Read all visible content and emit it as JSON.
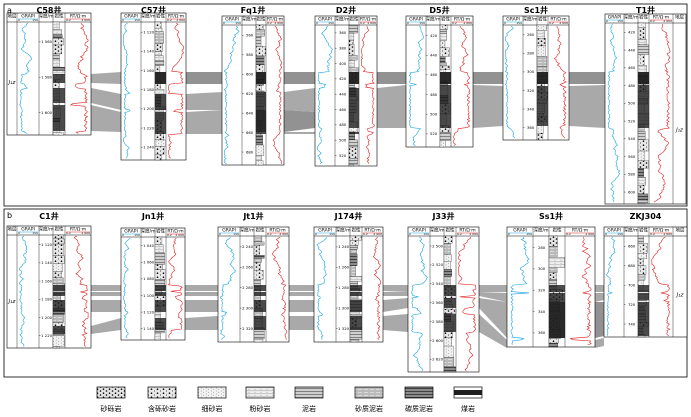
{
  "panels": [
    {
      "label": "a",
      "wells": [
        {
          "name": "C58井",
          "headers": [
            "地层",
            "GRAPI",
            "深度/m",
            "岩性",
            "RT/Ω·m"
          ],
          "depths": [
            "1 560",
            "1 580",
            "1 600"
          ],
          "formation": "J₁z"
        },
        {
          "name": "C57井",
          "headers": [
            "GRAPI",
            "深度/m",
            "岩性",
            "RT/Ω·m"
          ],
          "depths": [
            "1 120",
            "1 140",
            "1 160",
            "1 180",
            "1 200",
            "1 220",
            "1 240"
          ]
        },
        {
          "name": "Fq1井",
          "headers": [
            "GRAPI",
            "深度/m",
            "岩性",
            "RT/Ω·m"
          ],
          "depths": [
            "560",
            "580",
            "600",
            "620",
            "640",
            "660",
            "680"
          ]
        },
        {
          "name": "D2井",
          "headers": [
            "GRAPI",
            "深度/m",
            "岩性",
            "RT/Ω·m"
          ],
          "depths": [
            "360",
            "380",
            "400",
            "420",
            "440",
            "460",
            "480",
            "500",
            "520"
          ]
        },
        {
          "name": "D5井",
          "headers": [
            "GRAPI",
            "深度/m",
            "岩性",
            "RT/Ω·m"
          ],
          "depths": [
            "420",
            "440",
            "460",
            "480",
            "500",
            "520"
          ]
        },
        {
          "name": "Sc1井",
          "headers": [
            "GRAPI",
            "深度/m",
            "岩性",
            "RT/Ω·m"
          ],
          "depths": [
            "260",
            "280",
            "300",
            "320",
            "340",
            "360"
          ]
        },
        {
          "name": "T1井",
          "headers": [
            "GRAPI",
            "深度/m",
            "岩性",
            "RT/Ω·m",
            "地层"
          ],
          "depths": [
            "420",
            "440",
            "460",
            "480",
            "500",
            "520",
            "540",
            "560",
            "580",
            "600"
          ],
          "formation": "J₁z"
        }
      ]
    },
    {
      "label": "b",
      "wells": [
        {
          "name": "C1井",
          "headers": [
            "地层",
            "GRAPI",
            "深度/m",
            "岩性",
            "RT/Ω·m"
          ],
          "depths": [
            "1 120",
            "1 140",
            "1 160",
            "1 180",
            "1 200",
            "1 220"
          ],
          "formation": "J₁z"
        },
        {
          "name": "Jn1井",
          "headers": [
            "GRAPI",
            "深度/m",
            "岩性",
            "RT/Ω·m"
          ],
          "depths": [
            "1 040",
            "1 060",
            "1 080",
            "1 100",
            "1 120",
            "1 140"
          ]
        },
        {
          "name": "Jt1井",
          "headers": [
            "GRAPI",
            "深度/m",
            "岩性",
            "RT/Ω·m"
          ],
          "depths": [
            "2 240",
            "2 260",
            "2 280",
            "2 300",
            "2 320"
          ]
        },
        {
          "name": "J174井",
          "headers": [
            "GRAPI",
            "深度/m",
            "岩性",
            "RT/Ω·m"
          ],
          "depths": [
            "1 240",
            "1 260",
            "1 280",
            "1 300",
            "1 320"
          ]
        },
        {
          "name": "J33井",
          "headers": [
            "GRAPI",
            "深度/m",
            "岩性",
            "RT/Ω·m"
          ],
          "depths": [
            "2 500",
            "2 520",
            "2 540",
            "2 560",
            "2 580",
            "2 600",
            "2 620"
          ]
        },
        {
          "name": "Ss1井",
          "headers": [
            "GRAPI",
            "深度/m",
            "岩性",
            "RT/Ω·m"
          ],
          "depths": [
            "280",
            "300",
            "320",
            "340",
            "360"
          ]
        },
        {
          "name": "ZKJ304",
          "headers": [
            "GRAPI",
            "深度/m",
            "岩性",
            "RT/Ω·m",
            "地层"
          ],
          "depths": [
            "660",
            "680",
            "700",
            "720",
            "740"
          ],
          "formation": "J₁z"
        }
      ]
    }
  ],
  "legend": [
    "砂砾岩",
    "含砾砂岩",
    "细砂岩",
    "粉砂岩",
    "泥岩",
    "砂质泥岩",
    "碳质泥岩",
    "煤岩"
  ],
  "colors": {
    "gr_curve": "#1aa6e0",
    "rt_curve": "#e02020",
    "band": "#8c8c8c",
    "coal": "#1e1e1e"
  }
}
